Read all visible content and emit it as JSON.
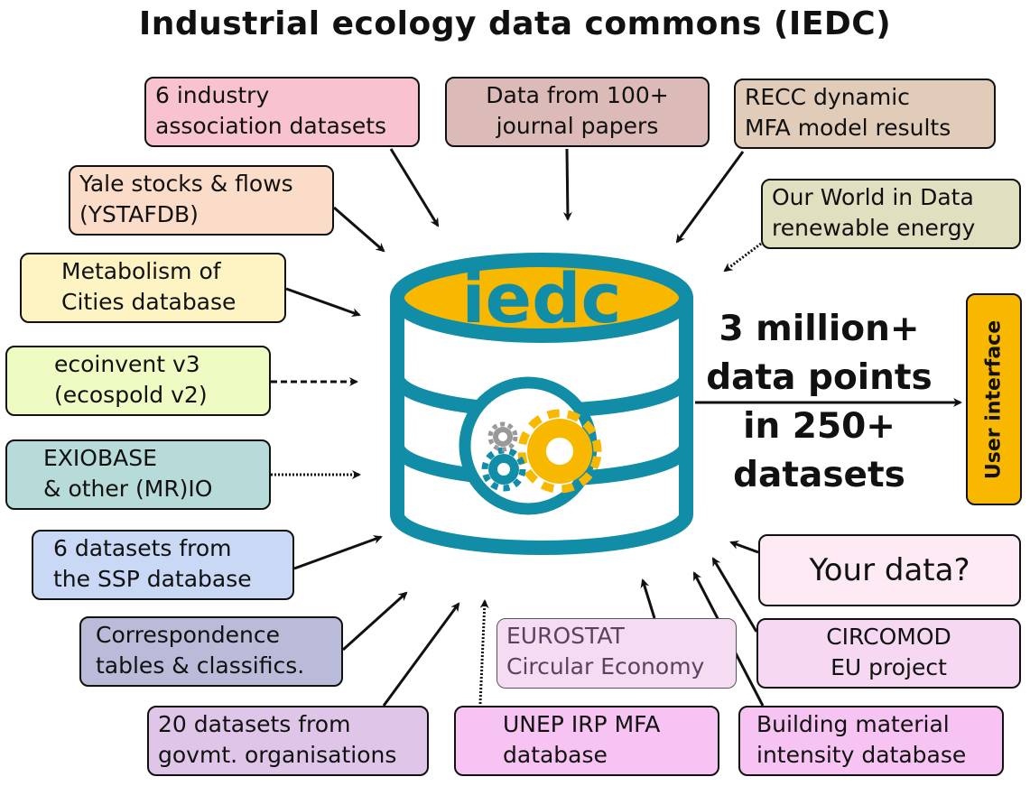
{
  "title": "Industrial ecology data commons (IEDC)",
  "logo_text": "iedc",
  "center_text": [
    "3 million+",
    "data points",
    "in 250+",
    "datasets"
  ],
  "user_interface_label": "User interface",
  "colors": {
    "database_teal": "#128da8",
    "database_top": "#f9b800",
    "gear_yellow": "#f9b800",
    "gear_teal": "#128da8",
    "gear_grey": "#999999"
  },
  "sources": [
    {
      "id": "industry-association",
      "lines": [
        "6 industry",
        "association datasets"
      ],
      "color": "#f8c3cf"
    },
    {
      "id": "journal-papers",
      "lines": [
        "Data from 100+",
        "journal papers"
      ],
      "color": "#dcbab8"
    },
    {
      "id": "recc",
      "lines": [
        "RECC dynamic",
        "MFA model results"
      ],
      "color": "#e0ccb8"
    },
    {
      "id": "yale",
      "lines": [
        "Yale stocks & flows",
        "(YSTAFDB)"
      ],
      "color": "#fbdcc8"
    },
    {
      "id": "owid",
      "lines": [
        "Our World in Data",
        "renewable energy"
      ],
      "color": "#e0dfc0"
    },
    {
      "id": "metabolism-cities",
      "lines": [
        "Metabolism of",
        "Cities database"
      ],
      "color": "#fef3c2"
    },
    {
      "id": "ecoinvent",
      "lines": [
        "ecoinvent v3",
        "(ecospold v2)"
      ],
      "color": "#eefbc2"
    },
    {
      "id": "exiobase",
      "lines": [
        "EXIOBASE",
        "& other (MR)IO"
      ],
      "color": "#b6dbd9"
    },
    {
      "id": "ssp",
      "lines": [
        "6 datasets from",
        "the SSP database"
      ],
      "color": "#c8d8f5"
    },
    {
      "id": "your-data",
      "lines": [
        "Your data?"
      ],
      "color": "#fdeaf5"
    },
    {
      "id": "correspondence",
      "lines": [
        "Correspondence",
        "tables & classifics."
      ],
      "color": "#babbd9"
    },
    {
      "id": "eurostat",
      "lines": [
        "EUROSTAT",
        "Circular Economy"
      ],
      "color": "#f6dcf3",
      "text_color": "#604060"
    },
    {
      "id": "circomod",
      "lines": [
        "CIRCOMOD",
        "EU project"
      ],
      "color": "#f6d8f2"
    },
    {
      "id": "govmt",
      "lines": [
        "20 datasets from",
        "govmt. organisations"
      ],
      "color": "#dfc5e8"
    },
    {
      "id": "unep",
      "lines": [
        "UNEP IRP MFA",
        "database"
      ],
      "color": "#f7c3f3"
    },
    {
      "id": "building",
      "lines": [
        "Building material",
        "intensity database"
      ],
      "color": "#f7c3f3"
    }
  ]
}
